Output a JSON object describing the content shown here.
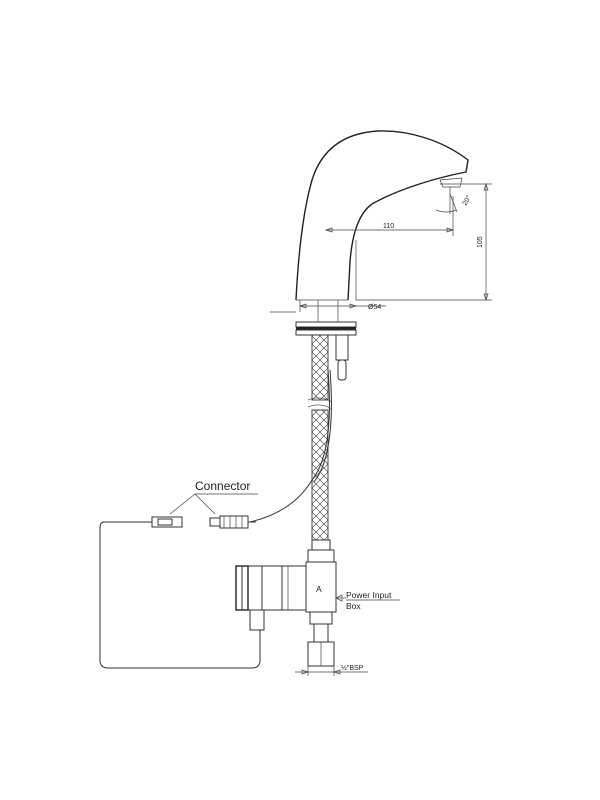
{
  "labels": {
    "connector": "Connector",
    "power_input_line1": "Power Input",
    "power_input_line2": "Box",
    "thread": "½\"BSP"
  },
  "dimensions": {
    "spout_reach": "110",
    "height": "105",
    "base_diameter": "Ø54",
    "angle": "20°"
  },
  "colors": {
    "line": "#333333",
    "background": "#ffffff"
  }
}
